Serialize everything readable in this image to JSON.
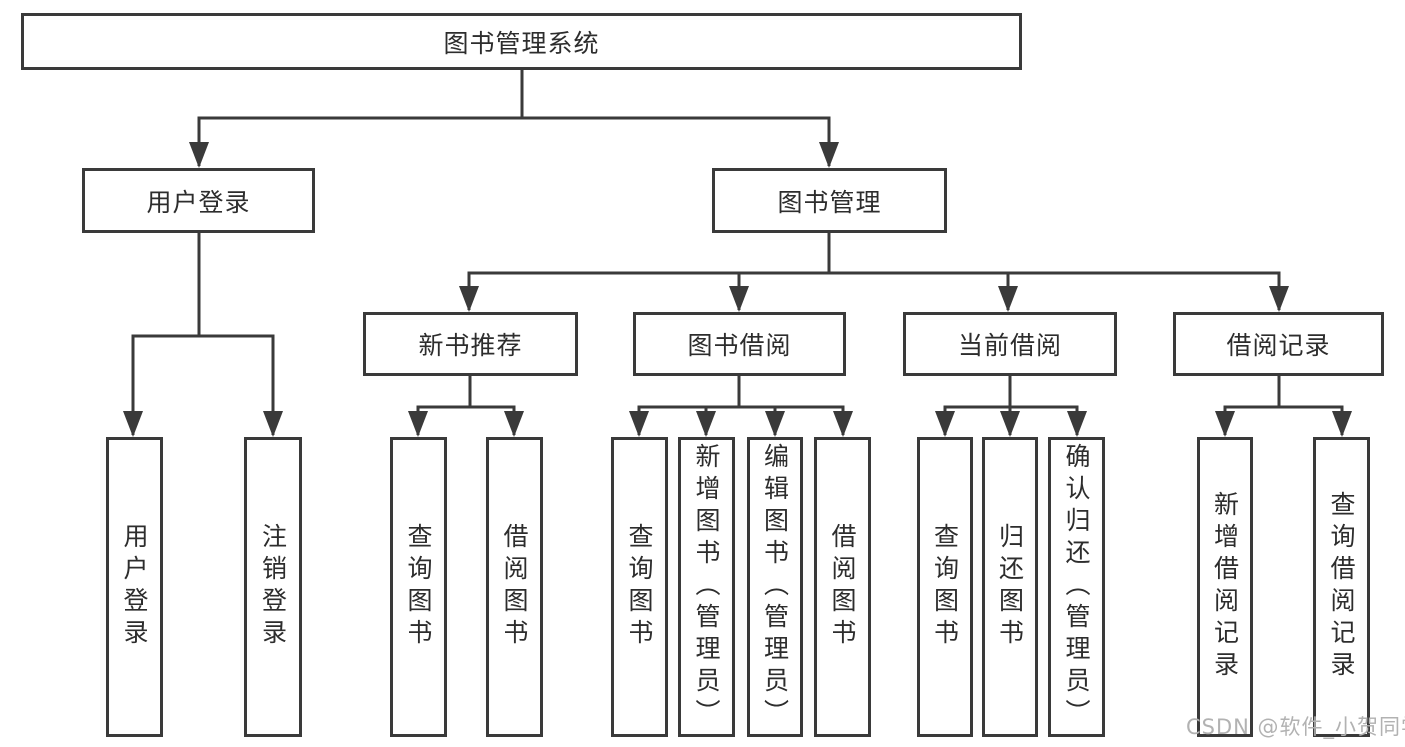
{
  "diagram": {
    "root": {
      "label": "图书管理系统"
    },
    "login_branch": {
      "label": "用户登录",
      "children": [
        {
          "label": "用户登录"
        },
        {
          "label": "注销登录"
        }
      ]
    },
    "mgmt_branch": {
      "label": "图书管理",
      "groups": [
        {
          "label": "新书推荐",
          "children": [
            {
              "label": "查询图书"
            },
            {
              "label": "借阅图书"
            }
          ]
        },
        {
          "label": "图书借阅",
          "children": [
            {
              "label": "查询图书"
            },
            {
              "label": "新增图书（管理员）"
            },
            {
              "label": "编辑图书（管理员）"
            },
            {
              "label": "借阅图书"
            }
          ]
        },
        {
          "label": "当前借阅",
          "children": [
            {
              "label": "查询图书"
            },
            {
              "label": "归还图书"
            },
            {
              "label": "确认归还（管理员）"
            }
          ]
        },
        {
          "label": "借阅记录",
          "children": [
            {
              "label": "新增借阅记录"
            },
            {
              "label": "查询借阅记录"
            }
          ]
        }
      ]
    }
  },
  "watermark": "CSDN @软件_小贺同学",
  "colors": {
    "line": "#3a3a3a",
    "text": "#2d2d2d",
    "watermark": "#b2b2b2",
    "background": "#ffffff"
  }
}
